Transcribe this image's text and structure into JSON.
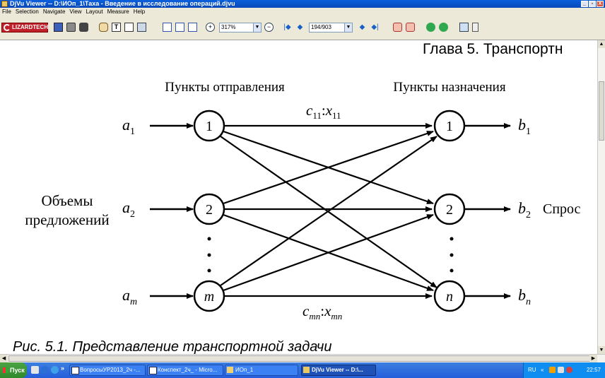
{
  "window": {
    "title": "DjVu Viewer -- D:\\ИОп_1\\Таха - Введение в исследование операций.djvu",
    "controls": [
      "_",
      "▫",
      "X"
    ]
  },
  "menu": [
    "File",
    "Selection",
    "Navigate",
    "View",
    "Layout",
    "Measure",
    "Help"
  ],
  "toolbar": {
    "logo": "LIZARDTECH",
    "zoom_value": "317%",
    "page_value": "194/903"
  },
  "document": {
    "header_text": "Глава 5. Транспортн",
    "sources_heading": "Пункты отправления",
    "destinations_heading": "Пункты назначения",
    "supply_label_line1": "Объемы",
    "supply_label_line2": "предложений",
    "demand_label": "Спрос",
    "top_edge_label": {
      "c": "c",
      "c_sub": "11",
      "sep": ":",
      "x": "x",
      "x_sub": "11"
    },
    "bottom_edge_label": {
      "c": "c",
      "c_sub": "mn",
      "sep": ":",
      "x": "x",
      "x_sub": "mn"
    },
    "supplies": [
      {
        "main": "a",
        "sub": "1"
      },
      {
        "main": "a",
        "sub": "2"
      },
      {
        "main": "a",
        "sub": "m"
      }
    ],
    "demands": [
      {
        "main": "b",
        "sub": "1"
      },
      {
        "main": "b",
        "sub": "2"
      },
      {
        "main": "b",
        "sub": "n"
      }
    ],
    "source_nodes": [
      "1",
      "2",
      "m"
    ],
    "destination_nodes": [
      "1",
      "2",
      "n"
    ],
    "caption": "Рис. 5.1. Представление транспортной задачи"
  },
  "taskbar": {
    "start_label": "Пуск",
    "quicklaunch_more": "»",
    "tasks": [
      {
        "label": "ВопросыУР2013_2ч -..."
      },
      {
        "label": "Конспект_2ч_ - Micro..."
      },
      {
        "label": "ИОп_1"
      },
      {
        "label": "DjVu Viewer -- D:\\..."
      }
    ],
    "tray_lang": "RU",
    "tray_more": "«",
    "clock": "22:57"
  }
}
